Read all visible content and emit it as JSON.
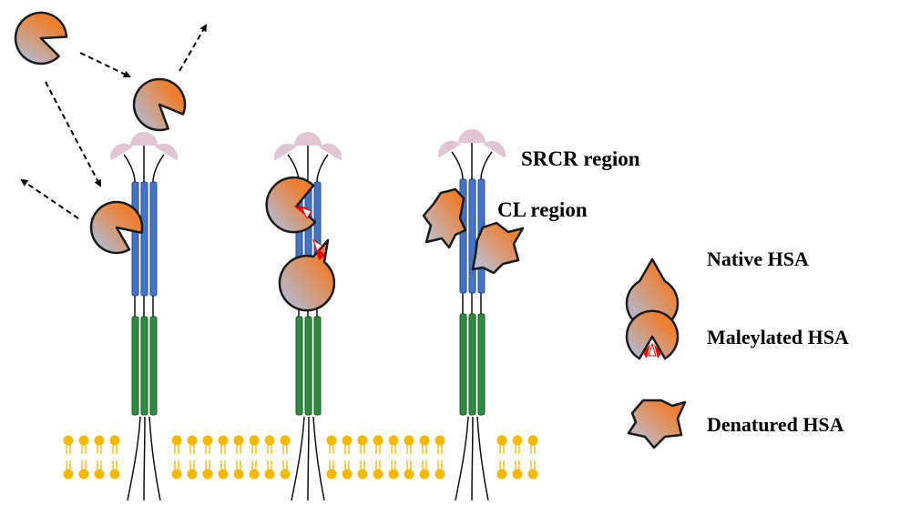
{
  "labels": {
    "srcr": "SRCR region",
    "cl": "CL region"
  },
  "legend": {
    "native": "Native HSA",
    "maleylated": "Maleylated HSA",
    "denatured": "Denatured HSA"
  },
  "colors": {
    "gradient_start": "#ee7f30",
    "gradient_end": "#9fbde6",
    "outline": "#1a1a1a",
    "srcr_lobe": "#e2c5d2",
    "cl_rod": "#4472c4",
    "lower_rod": "#2e8b3e",
    "lipid": "#f5b800",
    "modification": "#e00000"
  }
}
